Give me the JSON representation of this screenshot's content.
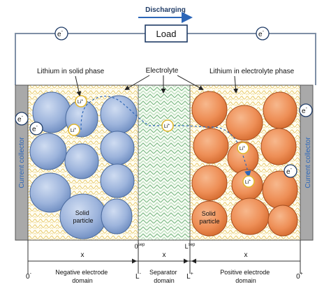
{
  "header": {
    "direction_label": "Discharging",
    "load_label": "Load"
  },
  "electron_symbol": "e",
  "electron_charge": "-",
  "ion_symbol": "Li",
  "ion_charge": "+",
  "callouts": {
    "lithium_solid": "Lithium in solid phase",
    "electrolyte": "Electrolyte",
    "lithium_electrolyte": "Lithium in electrolyte phase"
  },
  "collectors": {
    "left": "Current collector",
    "right": "Current collector"
  },
  "particles": {
    "negative_label_line1": "Solid",
    "negative_label_line2": "particle",
    "positive_label_line1": "Solid",
    "positive_label_line2": "particle"
  },
  "axis": {
    "tick_0_minus": "0",
    "tick_0_minus_sup": "-",
    "tick_L_minus": "L",
    "tick_L_minus_sup": "-",
    "tick_L_plus": "L",
    "tick_L_plus_sup": "+",
    "tick_0_plus": "0",
    "tick_0_plus_sup": "+",
    "tick_0_sep": "0",
    "tick_0_sep_sup": "sep",
    "tick_L_sep": "L",
    "tick_L_sep_sup": "sep",
    "x_neg": "x",
    "x_sep": "x",
    "x_pos": "x"
  },
  "domains": {
    "negative_line1": "Negative electrode",
    "negative_line2": "domain",
    "separator_line1": "Separator",
    "separator_line2": "domain",
    "positive_line1": "Positive electrode",
    "positive_line2": "domain"
  },
  "colors": {
    "negative_particle": "#9db4dc",
    "positive_particle": "#ee8f57",
    "collector": "#a9a9a9",
    "wire": "#7f8fa6",
    "electrolyte_weave": "#e8c96a",
    "separator_hatch": "#5fa86a",
    "ion_ring": "#e2b830"
  }
}
